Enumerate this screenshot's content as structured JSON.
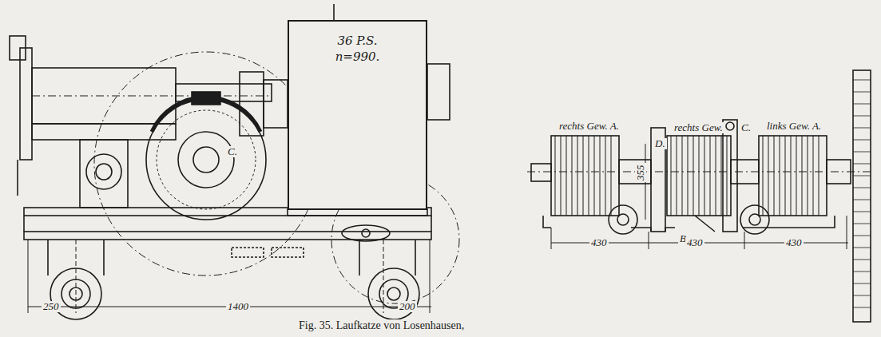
{
  "diagram": {
    "caption": "Fig. 35. Laufkatze von Losenhausen,",
    "nodes": [
      {
        "text": [
          "36 P.S.",
          "n=990."
        ]
      }
    ],
    "labels": [
      "C.",
      "250",
      "1400",
      "200",
      "rechts Gew. A.",
      "D.",
      "355",
      "rechts Gew.",
      "C.",
      "links Gew. A.",
      "B.",
      "430",
      "430",
      "430"
    ]
  }
}
